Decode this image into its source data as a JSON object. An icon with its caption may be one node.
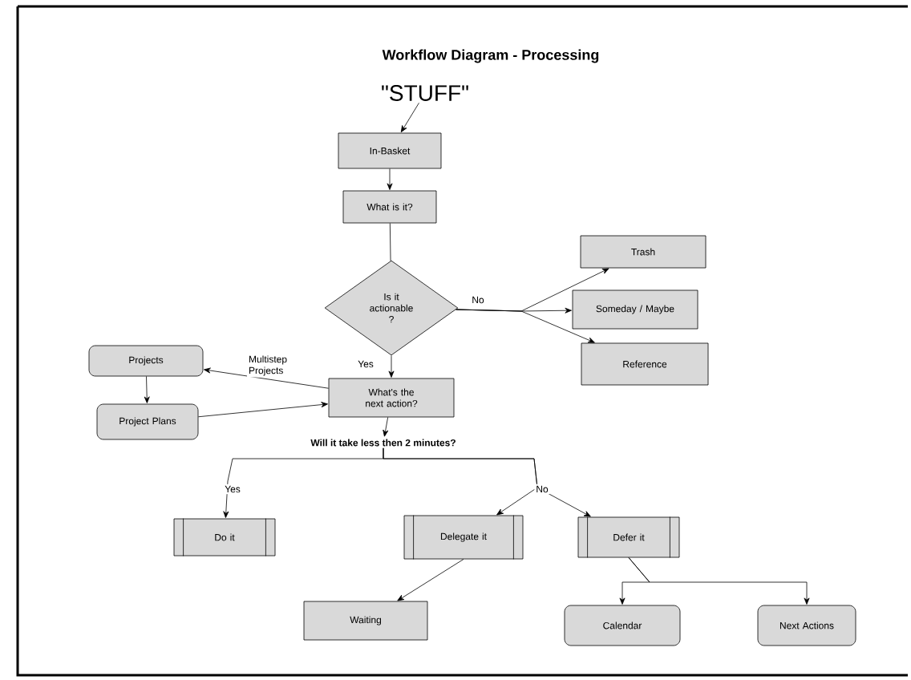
{
  "diagram": {
    "title": "Workflow Diagram - Processing",
    "nodes": [
      {
        "text": [
          "\"STUFF\""
        ]
      },
      {
        "text": [
          "In-Basket"
        ]
      },
      {
        "text": [
          "What is it?"
        ]
      },
      {
        "text": [
          "Is it actionable ?"
        ]
      },
      {
        "text": [
          "Trash"
        ]
      },
      {
        "text": [
          "Someday / Maybe"
        ]
      },
      {
        "text": [
          "Reference"
        ]
      },
      {
        "text": [
          "Projects"
        ]
      },
      {
        "text": [
          "Project Plans"
        ]
      },
      {
        "text": [
          "What's the next action?"
        ]
      },
      {
        "text": [
          "Will it take less then 2 minutes?"
        ]
      },
      {
        "text": [
          "Do it"
        ]
      },
      {
        "text": [
          "Delegate it"
        ]
      },
      {
        "text": [
          "Defer it"
        ]
      },
      {
        "text": [
          "Waiting"
        ]
      },
      {
        "text": [
          "Calendar"
        ]
      },
      {
        "text": [
          "Next Actions"
        ]
      }
    ],
    "edges": [
      {
        "from": 0,
        "to": 1,
        "arrow": "to"
      },
      {
        "from": 1,
        "to": 2,
        "arrow": "to"
      },
      {
        "from": 2,
        "to": 3,
        "arrow": "none"
      },
      {
        "from": 3,
        "to": 4,
        "arrow": "to"
      },
      {
        "from": 3,
        "to": 5,
        "arrow": "to",
        "label": "No"
      },
      {
        "from": 3,
        "to": 6,
        "arrow": "to"
      },
      {
        "from": 3,
        "to": 9,
        "arrow": "to",
        "label": "Yes"
      },
      {
        "from": 9,
        "to": 7,
        "arrow": "to",
        "label": "Multistep Projects"
      },
      {
        "from": 7,
        "to": 8,
        "arrow": "to"
      },
      {
        "from": 8,
        "to": 9,
        "arrow": "to"
      },
      {
        "from": 9,
        "to": 10,
        "arrow": "to"
      },
      {
        "from": 10,
        "to": 11,
        "arrow": "to",
        "label": "Yes"
      },
      {
        "from": 10,
        "to": 12,
        "arrow": "to",
        "label": "No"
      },
      {
        "from": 10,
        "to": 13,
        "arrow": "to"
      },
      {
        "from": 12,
        "to": 14,
        "arrow": "to"
      },
      {
        "from": 13,
        "to": 15,
        "arrow": "to"
      },
      {
        "from": 13,
        "to": 16,
        "arrow": "to"
      }
    ]
  }
}
